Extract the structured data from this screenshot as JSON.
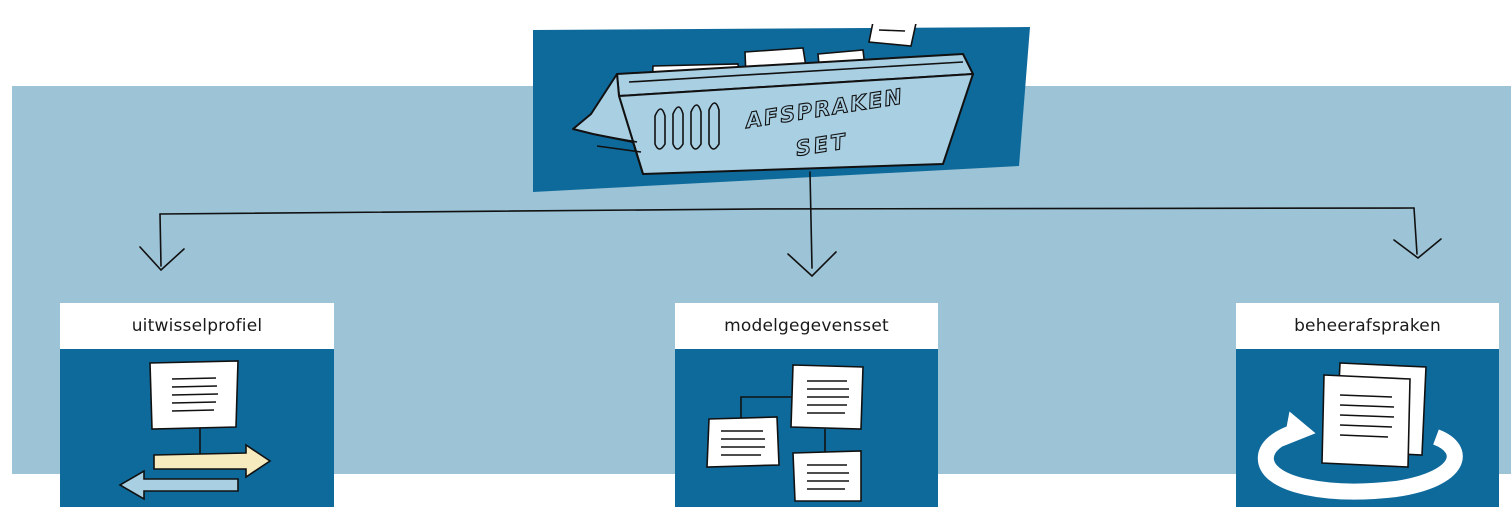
{
  "header_illustration": {
    "label_line1": "AFSPRAKEN",
    "label_line2": "SET"
  },
  "cards": [
    {
      "title": "uitwisselprofiel"
    },
    {
      "title": "modelgegevensset"
    },
    {
      "title": "beheerafspraken"
    }
  ],
  "colors": {
    "band": "#9cc3d6",
    "dark_blue": "#0f6a9c",
    "basket": "#a9cfe3",
    "arrow_yellow": "#f6ebbe",
    "arrow_blue": "#a9cfe3"
  }
}
